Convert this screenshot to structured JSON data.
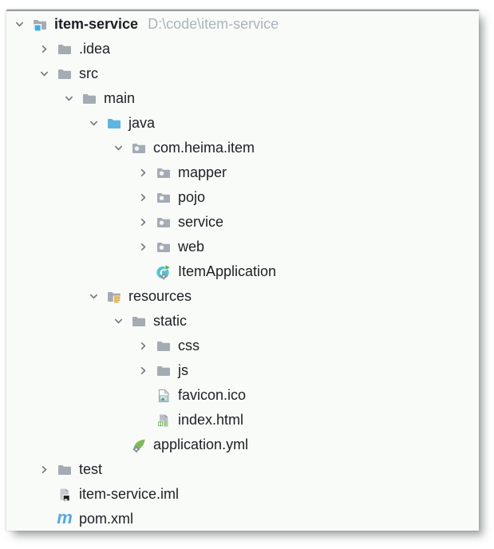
{
  "colors": {
    "panel_bg": "#f9fbf9",
    "folder": "#a4abb3",
    "source_root_blue": "#5db6e0",
    "project_badge_blue": "#3fade9",
    "package_dot": "#f2f4f6",
    "resources_badge_amber": "#d9a23c",
    "class_teal": "#57c3cf",
    "run_green": "#4caf50",
    "gear_gray": "#87929a",
    "spring_green": "#7dbb57",
    "html_green": "#6fae5c",
    "html_green_light": "#a5cf95",
    "page_gray": "#b9bfc6",
    "page_outline": "#a6adb4",
    "image_sky": "#cfe7f2",
    "image_hill": "#58a05a",
    "black_badge": "#1f1f1f",
    "maven_blue": "#56aadf",
    "chevron": "#6f7780",
    "text": "#1d2023",
    "path_text": "#a9b4bb"
  },
  "tree": {
    "rows": [
      {
        "label": "item-service",
        "path_suffix": "D:\\code\\item-service",
        "level": 0,
        "chevron": "expanded",
        "icon": "project-folder",
        "bold": true
      },
      {
        "label": ".idea",
        "level": 1,
        "chevron": "collapsed",
        "icon": "folder"
      },
      {
        "label": "src",
        "level": 1,
        "chevron": "expanded",
        "icon": "folder"
      },
      {
        "label": "main",
        "level": 2,
        "chevron": "expanded",
        "icon": "folder"
      },
      {
        "label": "java",
        "level": 3,
        "chevron": "expanded",
        "icon": "source-folder"
      },
      {
        "label": "com.heima.item",
        "level": 4,
        "chevron": "expanded",
        "icon": "package-folder"
      },
      {
        "label": "mapper",
        "level": 5,
        "chevron": "collapsed",
        "icon": "package-folder"
      },
      {
        "label": "pojo",
        "level": 5,
        "chevron": "collapsed",
        "icon": "package-folder"
      },
      {
        "label": "service",
        "level": 5,
        "chevron": "collapsed",
        "icon": "package-folder"
      },
      {
        "label": "web",
        "level": 5,
        "chevron": "collapsed",
        "icon": "package-folder"
      },
      {
        "label": "ItemApplication",
        "level": 5,
        "chevron": "none",
        "icon": "java-main-class"
      },
      {
        "label": "resources",
        "level": 3,
        "chevron": "expanded",
        "icon": "resources-folder"
      },
      {
        "label": "static",
        "level": 4,
        "chevron": "expanded",
        "icon": "folder"
      },
      {
        "label": "css",
        "level": 5,
        "chevron": "collapsed",
        "icon": "folder"
      },
      {
        "label": "js",
        "level": 5,
        "chevron": "collapsed",
        "icon": "folder"
      },
      {
        "label": "favicon.ico",
        "level": 5,
        "chevron": "none",
        "icon": "image-file"
      },
      {
        "label": "index.html",
        "level": 5,
        "chevron": "none",
        "icon": "html-file"
      },
      {
        "label": "application.yml",
        "level": 4,
        "chevron": "none",
        "icon": "spring-config-file"
      },
      {
        "label": "test",
        "level": 1,
        "chevron": "collapsed",
        "icon": "folder"
      },
      {
        "label": "item-service.iml",
        "level": 1,
        "chevron": "none",
        "icon": "module-file"
      },
      {
        "label": "pom.xml",
        "level": 1,
        "chevron": "none",
        "icon": "maven-file"
      }
    ]
  }
}
